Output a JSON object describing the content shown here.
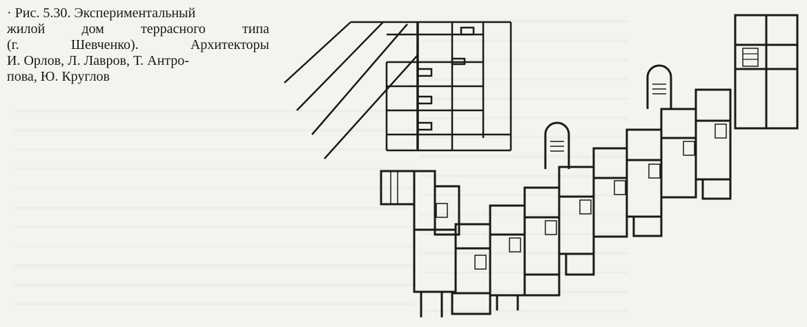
{
  "caption": {
    "lines": [
      "· Рис. 5.30. Экспериментальный",
      "жилой дом террасного типа",
      "(г. Шевченко). Архитекторы",
      "И. Орлов, Л. Лавров, Т. Антро-",
      "пова, Ю. Круглов"
    ]
  },
  "colors": {
    "paper": "#f4f3ef",
    "ink": "#1a1a1a"
  }
}
